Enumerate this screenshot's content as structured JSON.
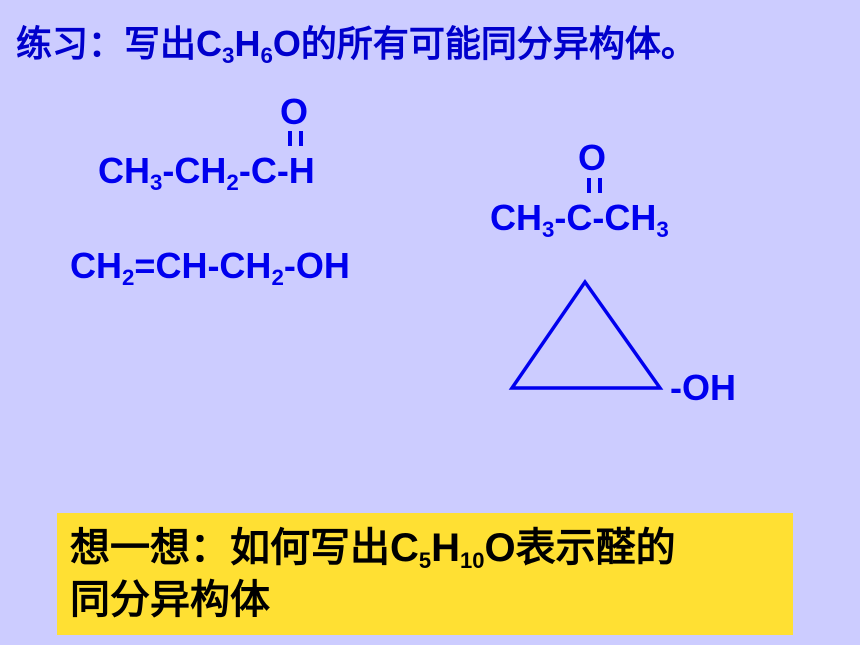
{
  "title": {
    "prefix": "练习：写出",
    "formula": {
      "c": "C",
      "c_sub": "3",
      "h": "H",
      "h_sub": "6",
      "o": "O"
    },
    "suffix": "的所有可能同分异构体。"
  },
  "propanal": {
    "oxygen": "O",
    "part1": "CH",
    "sub1": "3",
    "part2": "-CH",
    "sub2": "2",
    "part3": "-C-H"
  },
  "acetone": {
    "oxygen": "O",
    "part1": "CH",
    "sub1": "3",
    "part2": "-C-CH",
    "sub2": "3"
  },
  "allyl_alcohol": {
    "part1": "CH",
    "sub1": "2",
    "part2": "=CH-CH",
    "sub2": "2",
    "part3": "-OH"
  },
  "cyclopropanol": {
    "oh": "-OH"
  },
  "think": {
    "line1_prefix": "想一想：如何写出C",
    "c_sub": "5",
    "h": "H",
    "h_sub": "10",
    "line1_suffix": "O表示醛的",
    "line2": "同分异构体"
  },
  "colors": {
    "background": "#ccccff",
    "text_blue": "#0000cc",
    "box_yellow": "#ffe033"
  }
}
